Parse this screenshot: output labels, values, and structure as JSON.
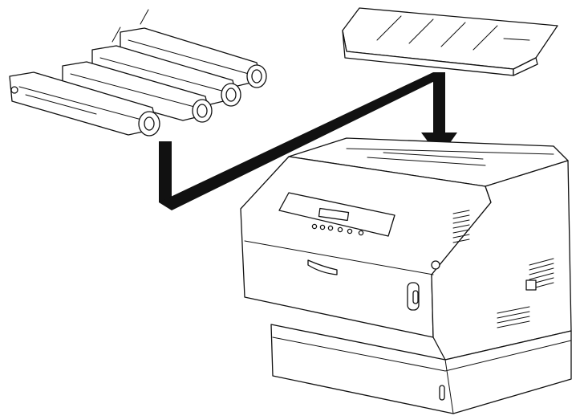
{
  "illustration": {
    "parts": [
      "toner-cartridges",
      "top-cover",
      "printer"
    ],
    "colors": {
      "line": "#111111",
      "background": "#ffffff"
    }
  }
}
